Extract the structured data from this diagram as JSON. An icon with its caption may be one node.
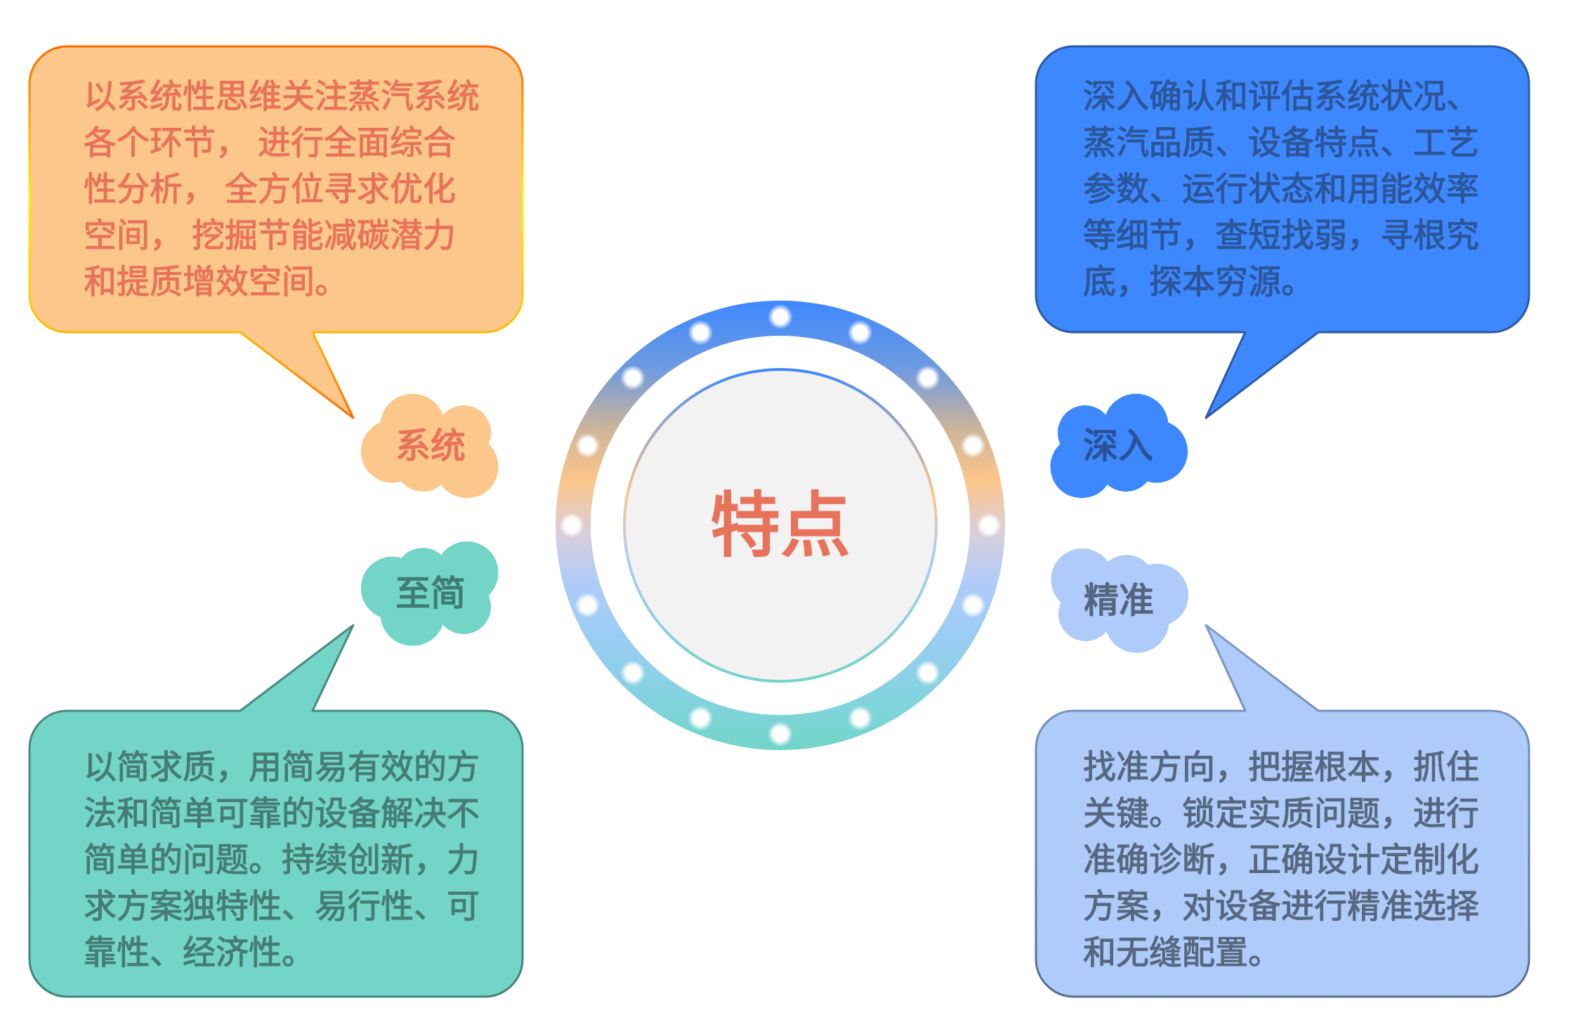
{
  "diagram": {
    "nodes": [
      {
        "text": [
          "以系统性思维关注蒸汽系统各个环节， 进行全面综合性分析， 全方位寻求优化空间， 挖掘节能减碳潜力和提质增效空间。"
        ]
      },
      {
        "text": [
          "深入确认和评估系统状况、蒸汽品质、设备特点、工艺参数、运行状态和用能效率等细节，查短找弱，寻根究底，探本穷源。"
        ]
      },
      {
        "text": [
          "系统"
        ]
      },
      {
        "text": [
          "深入"
        ]
      },
      {
        "text": [
          "特点"
        ]
      },
      {
        "text": [
          "至简"
        ]
      },
      {
        "text": [
          "精准"
        ]
      },
      {
        "text": [
          "以简求质，用简易有效的方法和简单可靠的设备解决不简单的问题。持续创新，力求方案独特性、易行性、可靠性、经济性。"
        ]
      },
      {
        "text": [
          "找准方向，把握根本，抓住关键。锁定实质问题，进行准确诊断，正确设计定制化方案，对设备进行精准选择和无缝配置。"
        ]
      }
    ]
  }
}
